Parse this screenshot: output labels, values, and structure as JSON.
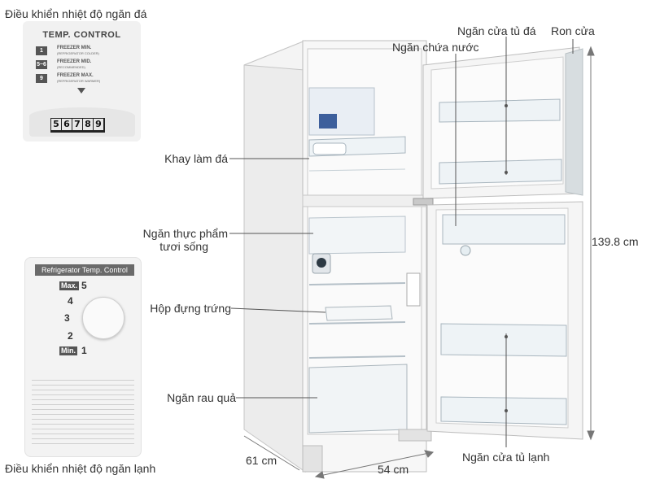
{
  "labels": {
    "freezer_control": "Điều khiển nhiệt độ ngăn đá",
    "fridge_control": "Điều khiển nhiệt độ ngăn lạnh",
    "ice_tray": "Khay làm đá",
    "fresh_food_line1": "Ngăn thực phẩm",
    "fresh_food_line2": "tươi sống",
    "egg_box": "Hộp đựng trứng",
    "vegetable": "Ngăn rau quả",
    "freezer_door_shelf": "Ngăn cửa tủ đá",
    "water_container": "Ngăn chứa nước",
    "door_gasket": "Ron cửa",
    "fridge_door_shelf": "Ngăn cửa tủ lạnh"
  },
  "dimensions": {
    "height": "139.8 cm",
    "depth": "61 cm",
    "width": "54 cm"
  },
  "freezer_panel": {
    "title": "TEMP. CONTROL",
    "rows": [
      {
        "key": "1",
        "main": "FREEZER MIN.",
        "sub": "(REFRIGERATOR COLDER)"
      },
      {
        "key": "5~6",
        "main": "FREEZER MID.",
        "sub": "(RECOMMENDED)"
      },
      {
        "key": "9",
        "main": "FREEZER MAX.",
        "sub": "(REFRIGERATOR WARMER)"
      }
    ],
    "digits": [
      "5",
      "6",
      "7",
      "8",
      "9"
    ]
  },
  "fridge_panel": {
    "title": "Refrigerator Temp. Control",
    "max": "Max.",
    "min": "Min.",
    "n5": "5",
    "n4": "4",
    "n3": "3",
    "n2": "2",
    "n1": "1"
  }
}
